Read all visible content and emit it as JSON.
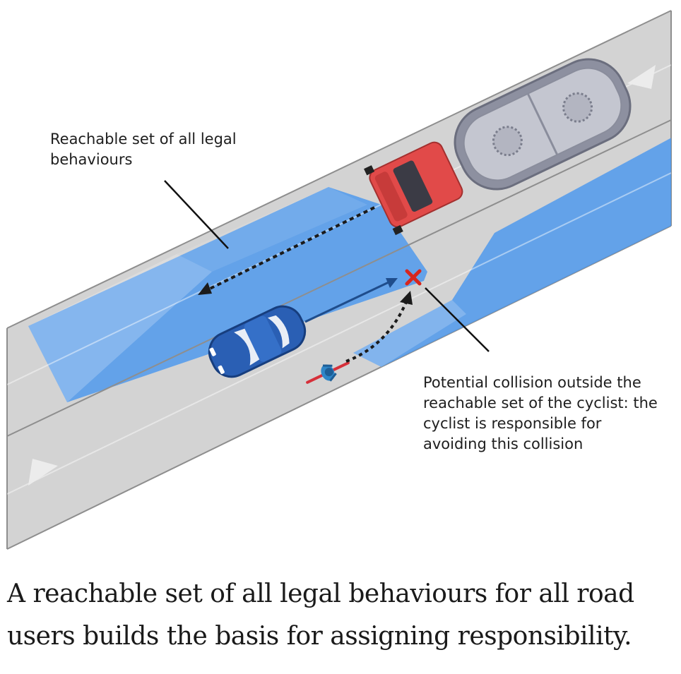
{
  "labels": {
    "reachable_set": "Reachable set of all legal behaviours",
    "collision": "Potential collision outside the reachable set of the cyclist: the cyclist is responsible for avoiding this collision"
  },
  "caption": "A reachable set of all legal behaviours for all road users builds the basis for assigning responsibility.",
  "colors": {
    "road": "#d3d3d3",
    "road_edge": "#909090",
    "reachable_set": "#4a97ee",
    "car": "#2a5fb4",
    "truck_cab": "#e14a49",
    "tanker": "#9a9dab",
    "collision_mark": "#d7261e",
    "arrow": "#1f4d8c"
  }
}
